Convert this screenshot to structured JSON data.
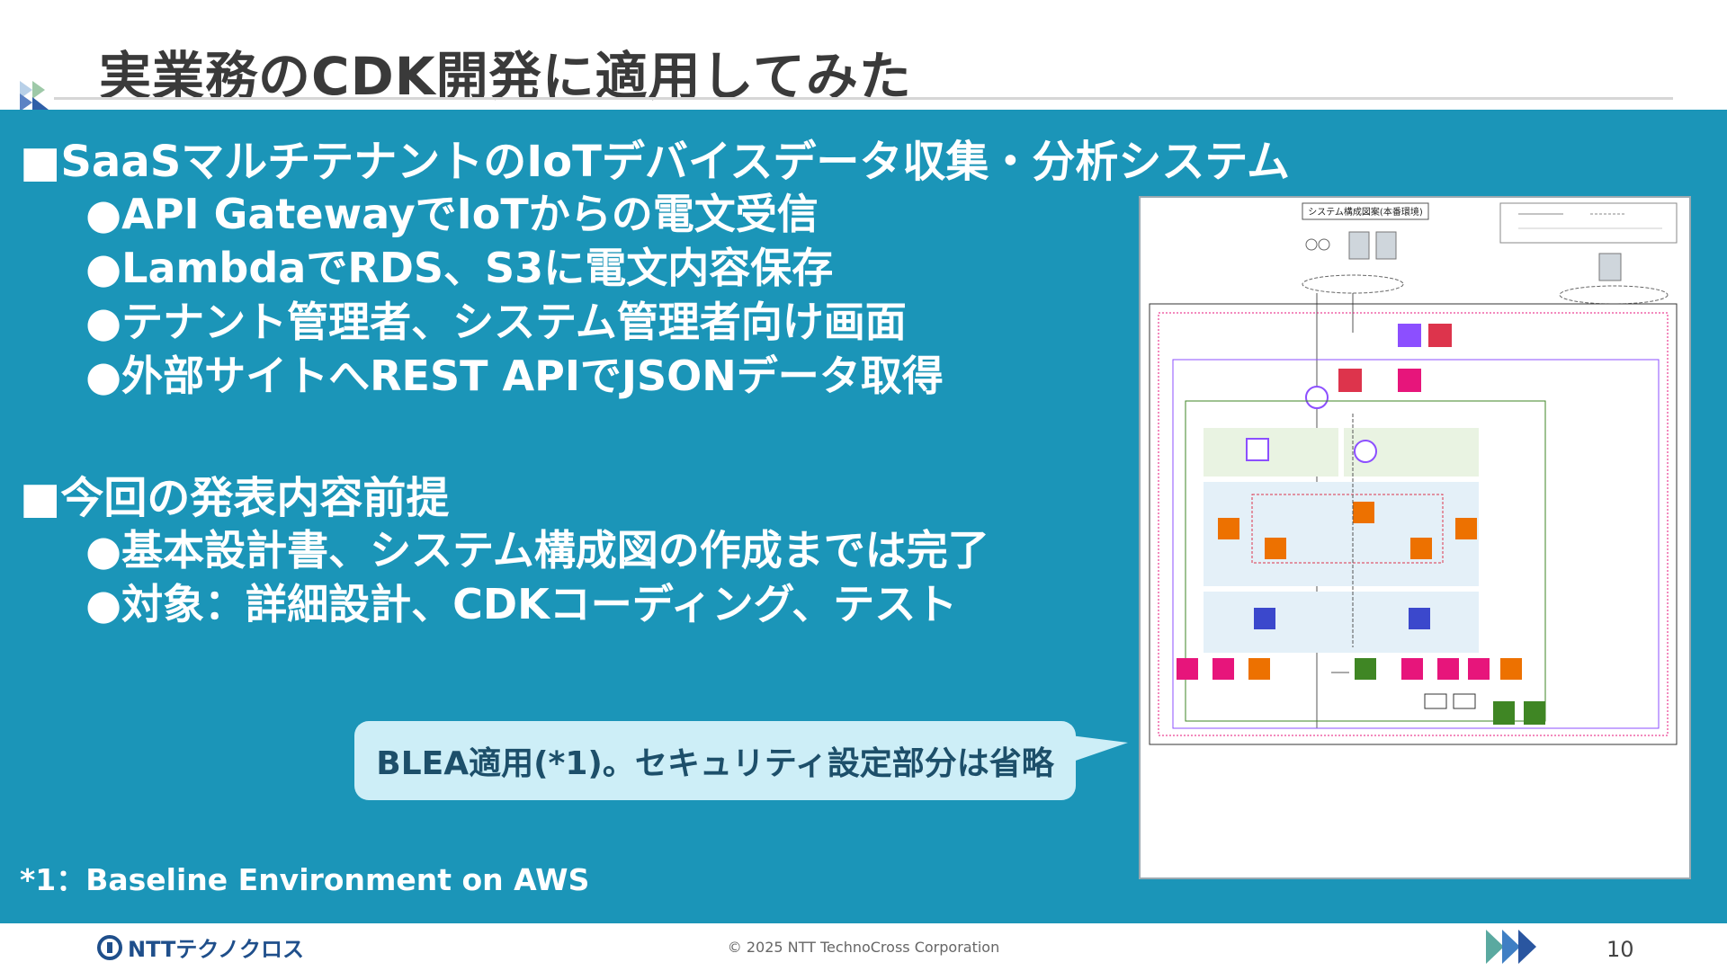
{
  "slide": {
    "title": "実業務のCDK開発に適用してみた",
    "section1": {
      "heading": "■SaaSマルチテナントのIoTデバイスデータ収集・分析システム",
      "bullets": [
        "●API GatewayでIoTからの電文受信",
        "●LambdaでRDS、S3に電文内容保存",
        "●テナント管理者、システム管理者向け画面",
        "●外部サイトへREST APIでJSONデータ取得"
      ]
    },
    "section2": {
      "heading": "■今回の発表内容前提",
      "bullets": [
        "●基本設計書、システム構成図の作成までは完了",
        "●対象：詳細設計、CDKコーディング、テスト"
      ]
    },
    "callout": "BLEA適用(*1)。セキュリティ設定部分は省略",
    "footnote": "*1：Baseline Environment on AWS",
    "diagram": {
      "title": "システム構成図案(本番環境)"
    }
  },
  "footer": {
    "logo_text": "NTTテクノクロス",
    "copyright": "© 2025 NTT TechnoCross Corporation",
    "page_number": "10"
  },
  "colors": {
    "band": "#1b95b8",
    "callout_bg": "#cdeef7",
    "title_text": "#3a3a3a",
    "aws_orange": "#ed7100",
    "aws_pink": "#e7157b",
    "aws_purple": "#8c4fff",
    "aws_green": "#3f8624"
  }
}
